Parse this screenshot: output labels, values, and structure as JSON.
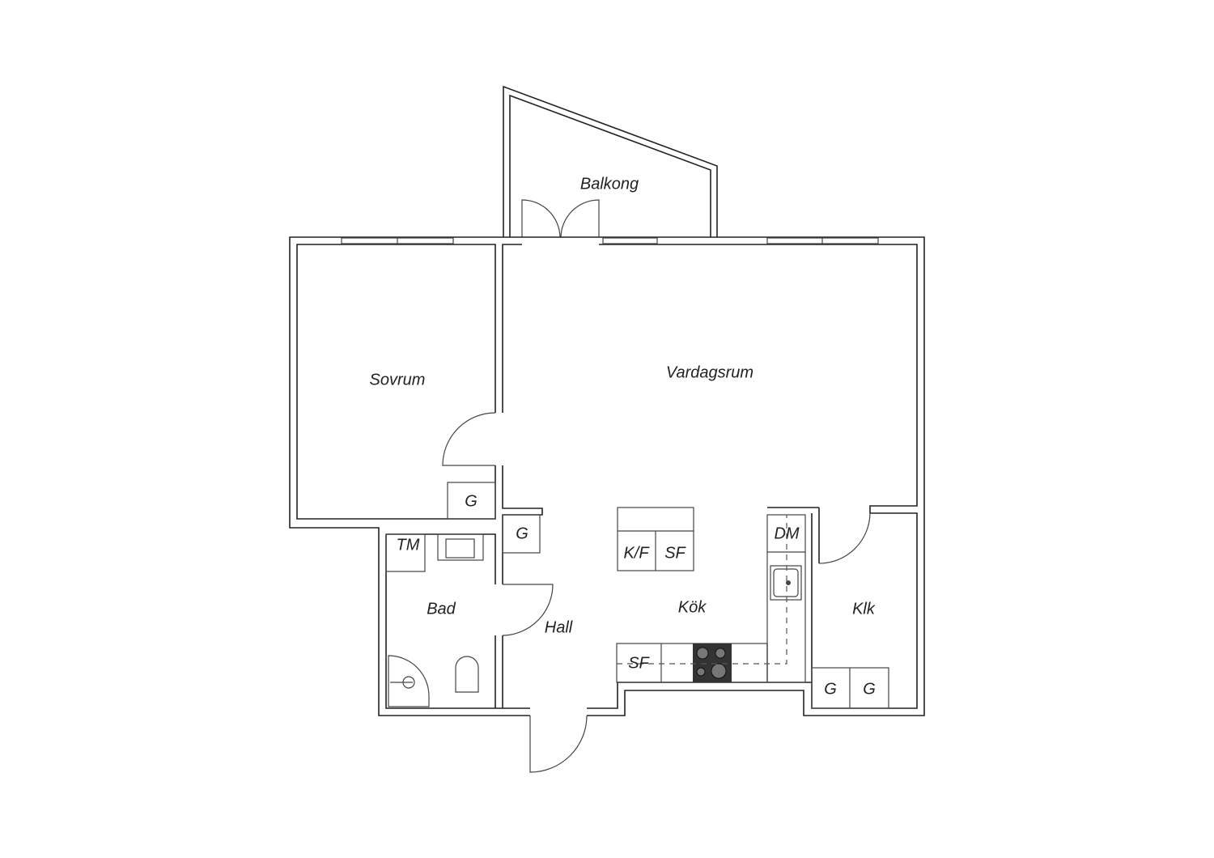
{
  "rooms": {
    "balkong": "Balkong",
    "sovrum": "Sovrum",
    "vardagsrum": "Vardagsrum",
    "bad": "Bad",
    "hall": "Hall",
    "kok": "Kök",
    "klk": "Klk"
  },
  "fixtures": {
    "g_sovrum": "G",
    "g_hall": "G",
    "tm": "TM",
    "kf": "K/F",
    "sf_island": "SF",
    "dm": "DM",
    "sf_counter": "SF",
    "g_klk_1": "G",
    "g_klk_2": "G"
  }
}
